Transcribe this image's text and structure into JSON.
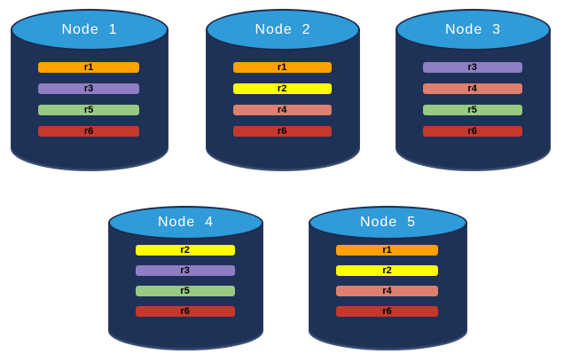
{
  "diagram_title": "",
  "colors": {
    "cylinder_body": "#1F3156",
    "cylinder_top": "#2F9BD8",
    "cylinder_outline": "#1B2B4D",
    "bar_border": "#1F3156",
    "bar_text": "#000000",
    "title_text": "#FFFFFF",
    "replicas": {
      "r1": "#FFA102",
      "r2": "#FFFF00",
      "r3": "#8F7EC3",
      "r4": "#DD8070",
      "r5": "#97CA82",
      "r6": "#C4392B"
    }
  },
  "nodes": [
    {
      "title": "Node  1",
      "replicas": [
        "r1",
        "r3",
        "r5",
        "r6"
      ]
    },
    {
      "title": "Node  2",
      "replicas": [
        "r1",
        "r2",
        "r4",
        "r6"
      ]
    },
    {
      "title": "Node  3",
      "replicas": [
        "r3",
        "r4",
        "r5",
        "r6"
      ]
    },
    {
      "title": "Node  4",
      "replicas": [
        "r2",
        "r3",
        "r5",
        "r6"
      ]
    },
    {
      "title": "Node  5",
      "replicas": [
        "r1",
        "r2",
        "r4",
        "r6"
      ]
    }
  ]
}
